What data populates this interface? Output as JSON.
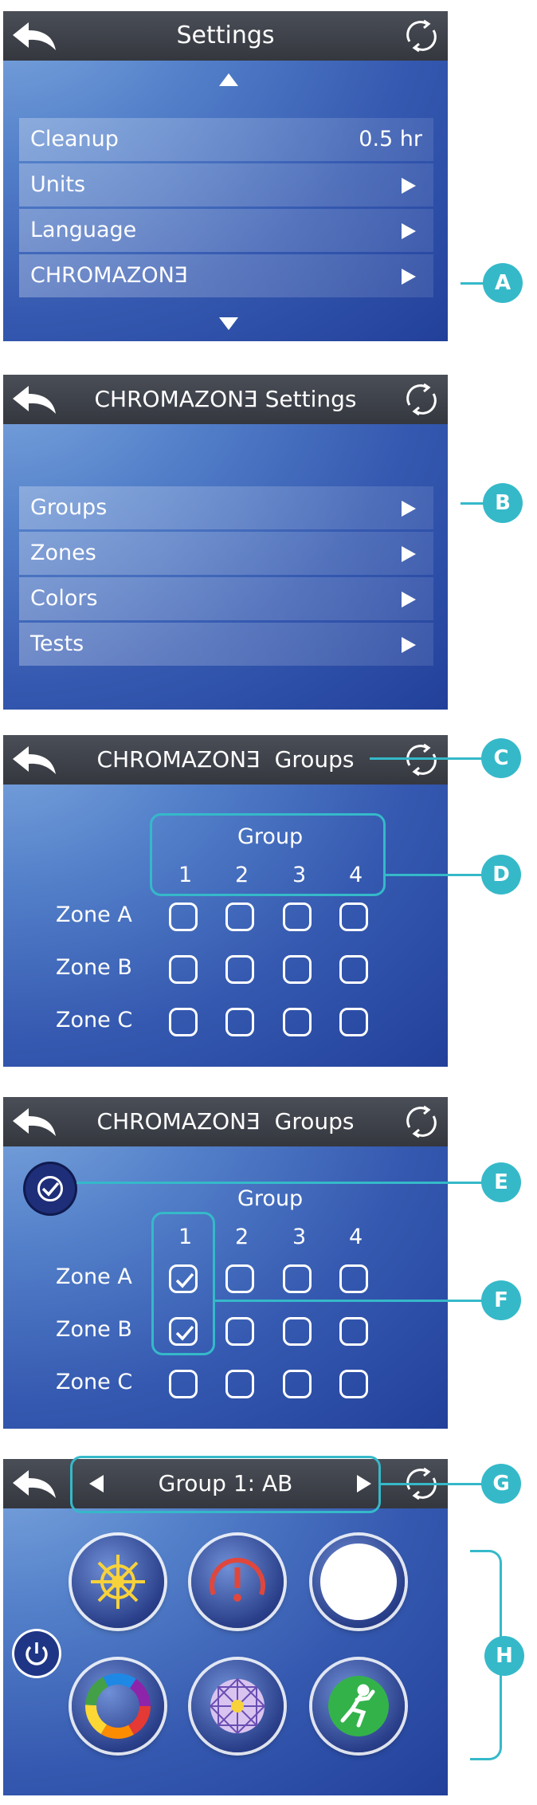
{
  "colors": {
    "accent": "#35b9c9",
    "header": "#3b3e45",
    "panel": "#3a5db2"
  },
  "screens": {
    "settings": {
      "title": "Settings",
      "rows": [
        {
          "label": "Cleanup",
          "value": "0.5 hr"
        },
        {
          "label": "Units"
        },
        {
          "label": "Language"
        },
        {
          "label": "CHROMAZONƎ"
        }
      ]
    },
    "chroma_settings": {
      "title": "CHROMAZONƎ Settings",
      "rows": [
        {
          "label": "Groups"
        },
        {
          "label": "Zones"
        },
        {
          "label": "Colors"
        },
        {
          "label": "Tests"
        }
      ]
    },
    "groups1": {
      "title": "CHROMAZONƎ  Groups",
      "group_label": "Group",
      "group_numbers": [
        "1",
        "2",
        "3",
        "4"
      ],
      "zones": [
        "Zone A",
        "Zone B",
        "Zone C"
      ]
    },
    "groups2": {
      "title": "CHROMAZONƎ  Groups",
      "group_label": "Group",
      "group_numbers": [
        "1",
        "2",
        "3",
        "4"
      ],
      "zones": [
        "Zone A",
        "Zone B",
        "Zone C"
      ],
      "checked": [
        [
          "A",
          1
        ],
        [
          "B",
          1
        ]
      ]
    },
    "group_control": {
      "title": "Group 1: AB",
      "buttons": [
        "helm-icon",
        "gauge-icon",
        "white-light-icon",
        "color-wheel-icon",
        "mandala-icon",
        "relax-icon"
      ]
    }
  },
  "callouts": [
    "A",
    "B",
    "C",
    "D",
    "E",
    "F",
    "G",
    "H"
  ]
}
